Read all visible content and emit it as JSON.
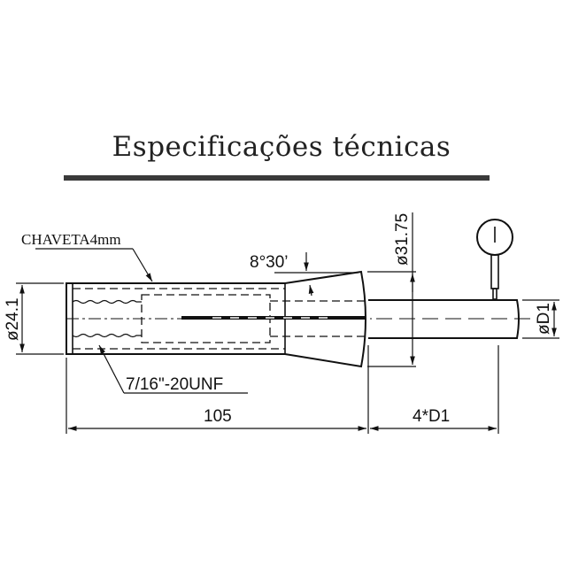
{
  "title": "Especificações técnicas",
  "labels": {
    "keyway": "CHAVETA4mm",
    "thread": "7/16\"-20UNF",
    "angle": "8°30’",
    "dia_shank": "ø24.1",
    "dia_cone": "ø31.75",
    "dia_test": "øD1",
    "length": "105",
    "test_length": "4*D1"
  }
}
